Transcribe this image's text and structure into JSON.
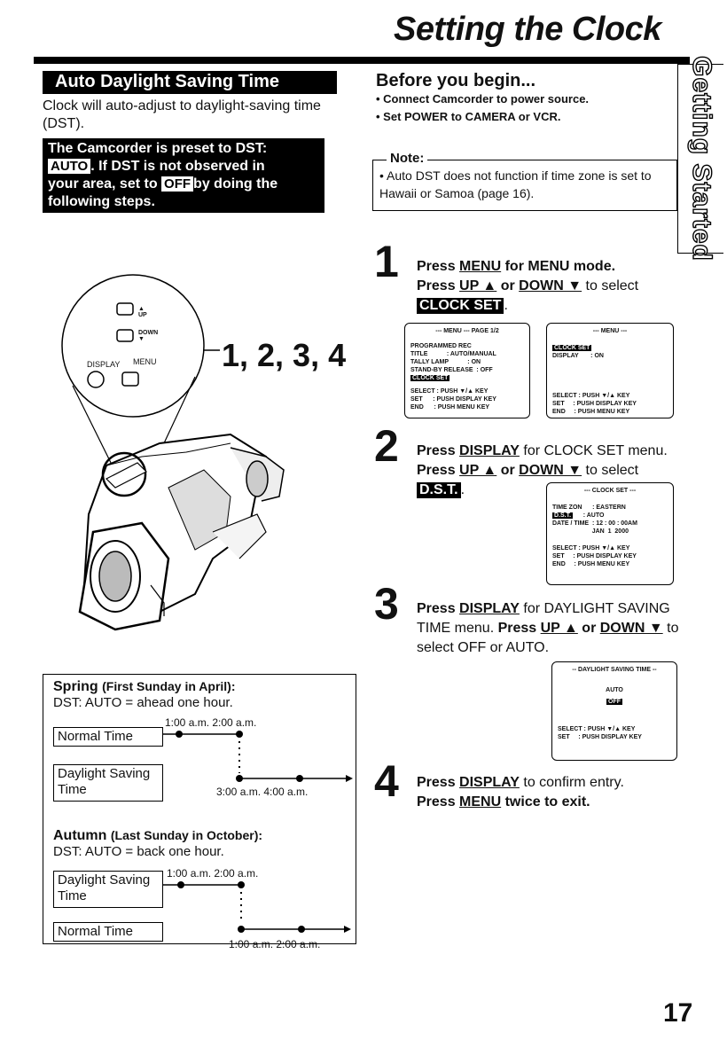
{
  "title": "Setting the Clock",
  "side_tab": "Getting Started",
  "dst": {
    "heading": "Auto Daylight Saving Time",
    "desc": "Clock will auto-adjust to daylight-saving time (DST).",
    "preset_line1": "The Camcorder is preset to DST:",
    "preset_auto": "AUTO",
    "preset_line2": ". If DST is not observed in",
    "preset_line3a": "your area, set to ",
    "preset_off": "OFF",
    "preset_line3b": "by doing the",
    "preset_line4": "following steps."
  },
  "before": {
    "title": "Before you begin...",
    "items": [
      "• Connect Camcorder to power source.",
      "• Set POWER to CAMERA or VCR."
    ]
  },
  "note": {
    "label": "Note:",
    "text": "• Auto DST does not function if time zone is set to Hawaii or Samoa (page 16)."
  },
  "camera": {
    "up": "UP",
    "down": "DOWN",
    "display": "DISPLAY",
    "menu": "MENU",
    "steps_label": "1, 2, 3, 4"
  },
  "steps": [
    {
      "num": "1",
      "press": "Press ",
      "key1": "MENU",
      "t1": " for MENU mode.",
      "press2": "Press ",
      "key2": "UP ▲",
      "or": " or ",
      "key3": "DOWN ▼",
      "t2": " to select",
      "select": "CLOCK SET",
      "end": "."
    },
    {
      "num": "2",
      "press": "Press ",
      "key1": "DISPLAY",
      "t1": " for CLOCK SET menu. ",
      "press2": "Press ",
      "key2": "UP ▲",
      "or": " or ",
      "key3": "DOWN ▼",
      "t2": " to select",
      "select": "D.S.T.",
      "end": "."
    },
    {
      "num": "3",
      "press": "Press ",
      "key1": "DISPLAY",
      "t1": " for DAYLIGHT SAVING TIME menu. ",
      "press2": "Press ",
      "key2": "UP ▲",
      "or": " or ",
      "key3": "DOWN ▼",
      "t2": " to select OFF or AUTO."
    },
    {
      "num": "4",
      "press": "Press ",
      "key1": "DISPLAY",
      "t1": " to confirm entry.",
      "press2": "Press ",
      "key2": "MENU",
      "t2": " twice to exit."
    }
  ],
  "screen1": {
    "head": "--- MENU ---    PAGE 1/2",
    "rows": [
      "PROGRAMMED REC",
      "TITLE           : AUTO/MANUAL",
      "TALLY LAMP           : ON",
      "STAND-BY RELEASE  : OFF"
    ],
    "hl": "CLOCK SET",
    "foot": [
      "SELECT : PUSH ▼/▲ KEY",
      "SET      : PUSH DISPLAY KEY",
      "END      : PUSH MENU KEY"
    ]
  },
  "screen2": {
    "head": "--- MENU ---",
    "hl": "CLOCK SET",
    "rows": [
      "DISPLAY       : ON"
    ],
    "foot": [
      "SELECT : PUSH ▼/▲ KEY",
      "SET     : PUSH DISPLAY KEY",
      "END     : PUSH MENU KEY"
    ]
  },
  "screen3": {
    "head": "--- CLOCK SET ---",
    "rows": [
      "TIME ZON      : EASTERN"
    ],
    "hl": "D.S.T.",
    "hl_val": "      : AUTO",
    "rows2": [
      "DATE / TIME  : 12 : 00 : 00AM",
      "                       JAN  1  2000"
    ],
    "foot": [
      "SELECT : PUSH ▼/▲ KEY",
      "SET     : PUSH DISPLAY KEY",
      "END     : PUSH MENU KEY"
    ]
  },
  "screen4": {
    "head": "-- DAYLIGHT SAVING TIME --",
    "auto": "AUTO",
    "off": "OFF",
    "foot": [
      "SELECT : PUSH ▼/▲ KEY",
      "SET     : PUSH DISPLAY KEY"
    ]
  },
  "spring": {
    "head": "Spring",
    "head_note": "(First Sunday in April):",
    "sub": "DST: AUTO = ahead one hour.",
    "normal": "Normal Time",
    "daylight": "Daylight Saving Time",
    "top_times": "1:00 a.m.  2:00 a.m.",
    "bottom_times": "3:00 a.m.  4:00 a.m."
  },
  "autumn": {
    "head": "Autumn",
    "head_note": "(Last Sunday in October):",
    "sub": "DST: AUTO = back one hour.",
    "daylight": "Daylight Saving Time",
    "normal": "Normal Time",
    "top_times": "1:00 a.m.  2:00 a.m.",
    "bottom_times": "1:00 a.m.  2:00 a.m."
  },
  "page_number": "17"
}
